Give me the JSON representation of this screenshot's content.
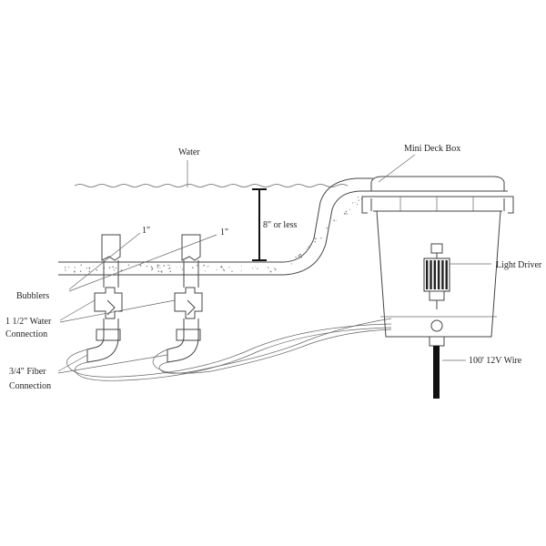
{
  "labels": {
    "water": "Water",
    "mini_deck_box": "Mini Deck Box",
    "light_driver": "Light Driver",
    "depth": "8\" or less",
    "bubbler_size_1": "1\"",
    "bubbler_size_2": "1\"",
    "bubblers": "Bubblers",
    "water_connection_line1": "1  1/2\" Water",
    "water_connection_line2": "Connection",
    "fiber_connection_line1": "3/4\" Fiber",
    "fiber_connection_line2": "Connection",
    "wire": "100' 12V Wire"
  },
  "colors": {
    "stroke": "#444444",
    "concrete_dots": "#888888",
    "wire": "#111111"
  }
}
